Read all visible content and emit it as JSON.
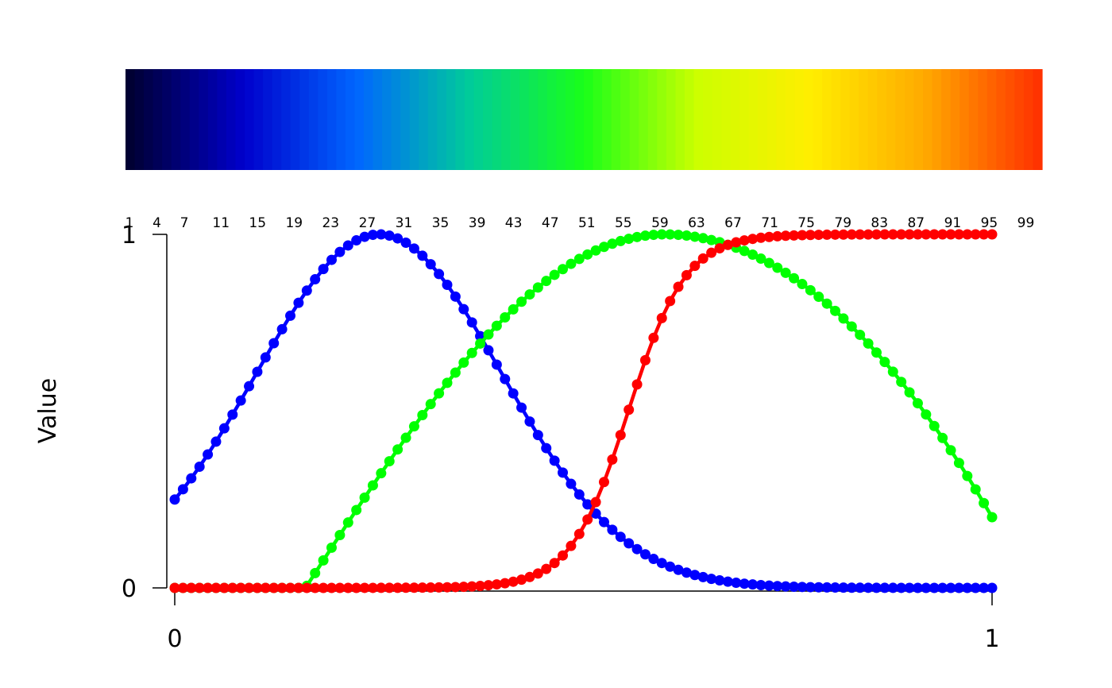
{
  "chart_data": {
    "type": "line",
    "ylabel": "Value",
    "x_tick_labels": [
      "0",
      "1"
    ],
    "y_tick_labels": [
      "0",
      "1"
    ],
    "xlim": [
      0,
      1
    ],
    "ylim": [
      0,
      1
    ],
    "color_index_labels": [
      "1",
      "4",
      "7",
      "11",
      "15",
      "19",
      "23",
      "27",
      "31",
      "35",
      "39",
      "43",
      "47",
      "51",
      "55",
      "59",
      "63",
      "67",
      "71",
      "75",
      "79",
      "83",
      "87",
      "91",
      "95",
      "99"
    ],
    "n_points": 100,
    "series_colors": {
      "red": "#ff0000",
      "green": "#00ff00",
      "blue": "#0000ff"
    },
    "series": [
      {
        "color": "#0000ff",
        "shape": "bell",
        "peak_x": 0.25,
        "start_y": 0.25,
        "end_y": 0.0
      },
      {
        "color": "#00ff00",
        "shape": "arch",
        "start_x": 0.16,
        "peak_x": 0.6,
        "end_y": 0.2
      },
      {
        "color": "#ff0000",
        "shape": "sigmoid",
        "mid_x": 0.555,
        "end_y": 1.0
      }
    ],
    "colorbar": {
      "stops": [
        "#000033",
        "#0000cc",
        "#0066ff",
        "#00cc99",
        "#19ff19",
        "#ccff00",
        "#ffee00",
        "#ffaa00",
        "#ff3300"
      ]
    },
    "grid": false,
    "legend": "none"
  }
}
